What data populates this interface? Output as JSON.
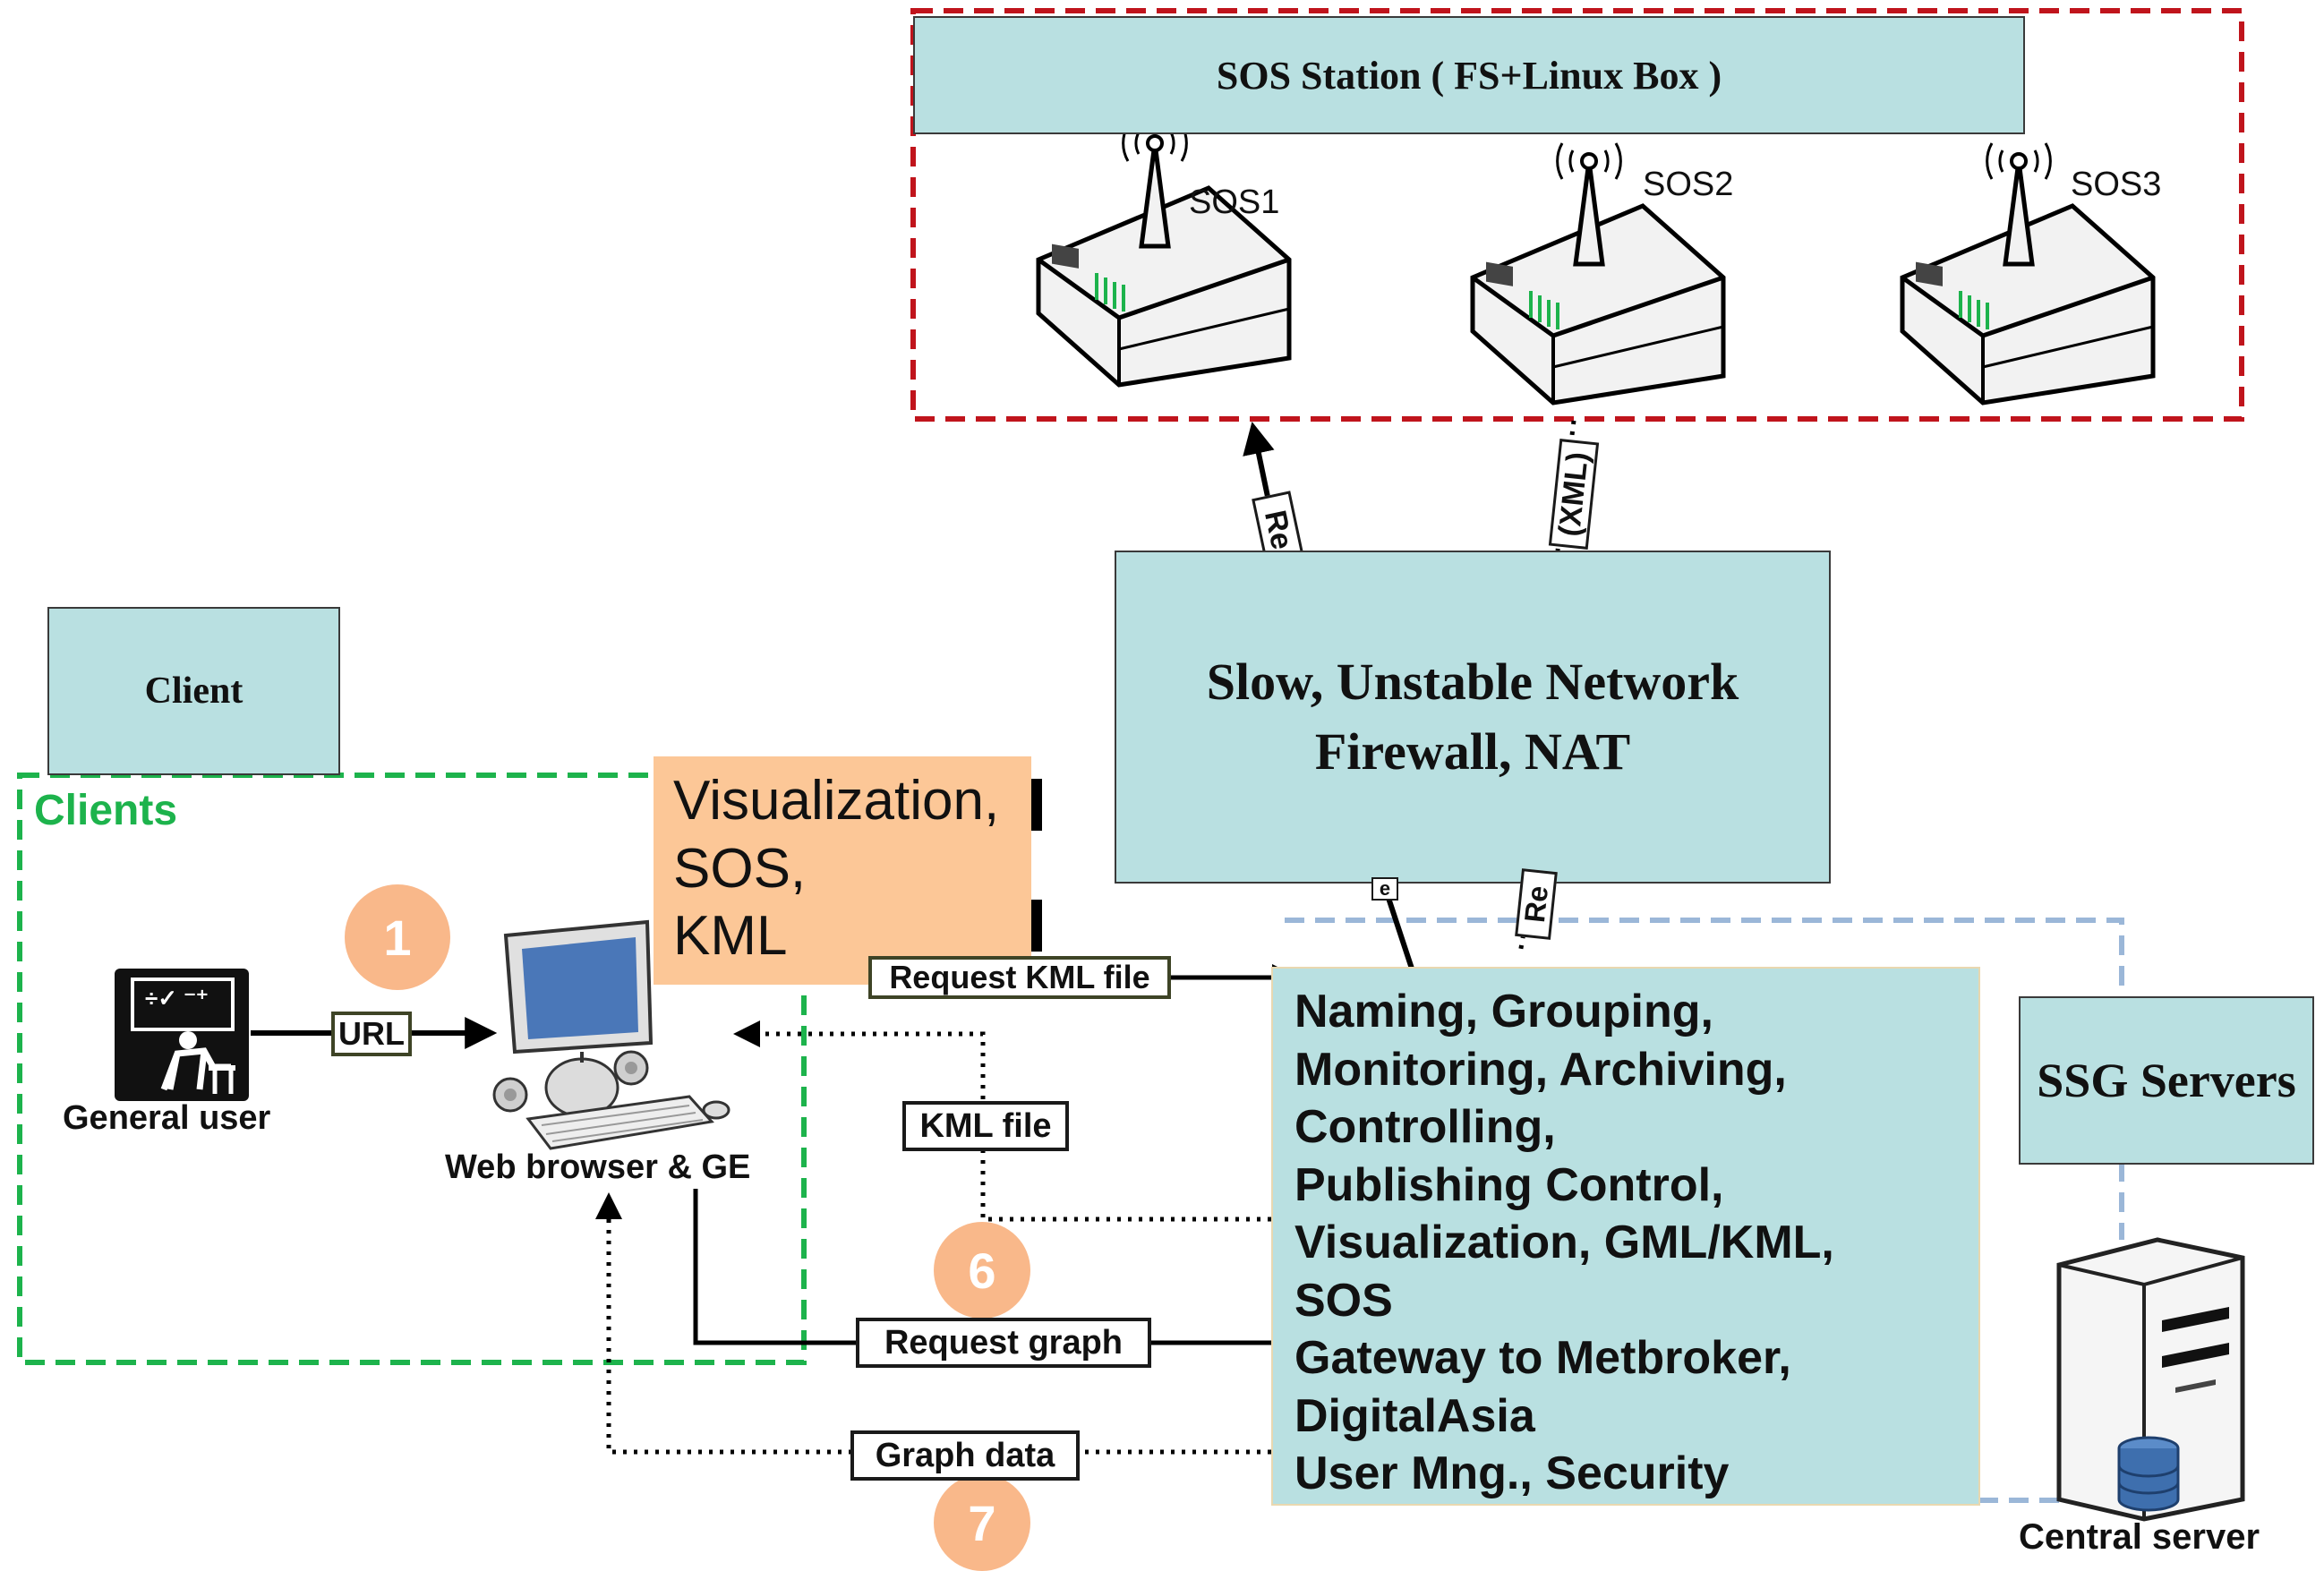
{
  "sos_station": {
    "title": "SOS Station ( FS+Linux Box )",
    "devices": [
      {
        "label": "SOS1"
      },
      {
        "label": "SOS2"
      },
      {
        "label": "SOS3"
      }
    ]
  },
  "network": {
    "line1": "Slow, Unstable Network",
    "line2": "Firewall, NAT",
    "link_up_label": "Re",
    "link_xml_label": "(XML)",
    "link_left_bottom_label": "e",
    "link_right_bottom_label": "Re"
  },
  "client": {
    "title": "Client",
    "group_label": "Clients",
    "general_user": "General user",
    "web_browser": "Web browser & GE",
    "url_label": "URL"
  },
  "visualization_box": {
    "line1": "Visualization,",
    "line2": "SOS,",
    "line3": "KML"
  },
  "messages": {
    "request_kml": "Request KML file",
    "kml_file": "KML file",
    "request_graph": "Request graph",
    "graph_data": "Graph data"
  },
  "steps": {
    "step1": "1",
    "step6": "6",
    "step7": "7"
  },
  "ssg": {
    "title": "SSG Servers",
    "functions": [
      "Naming, Grouping,",
      "Monitoring, Archiving,",
      "Controlling,",
      "Publishing Control,",
      "Visualization, GML/KML,",
      "SOS",
      "Gateway to Metbroker,",
      "DigitalAsia",
      "User Mng., Security"
    ],
    "central_server": "Central server"
  },
  "colors": {
    "teal": "#b9e0e1",
    "orange_box": "#fcc797",
    "step_circle": "#f9b88a",
    "sos_border": "#c0141c",
    "clients_border": "#1db34c",
    "ssg_border": "#9bb7d8",
    "clients_text": "#1db34c"
  }
}
